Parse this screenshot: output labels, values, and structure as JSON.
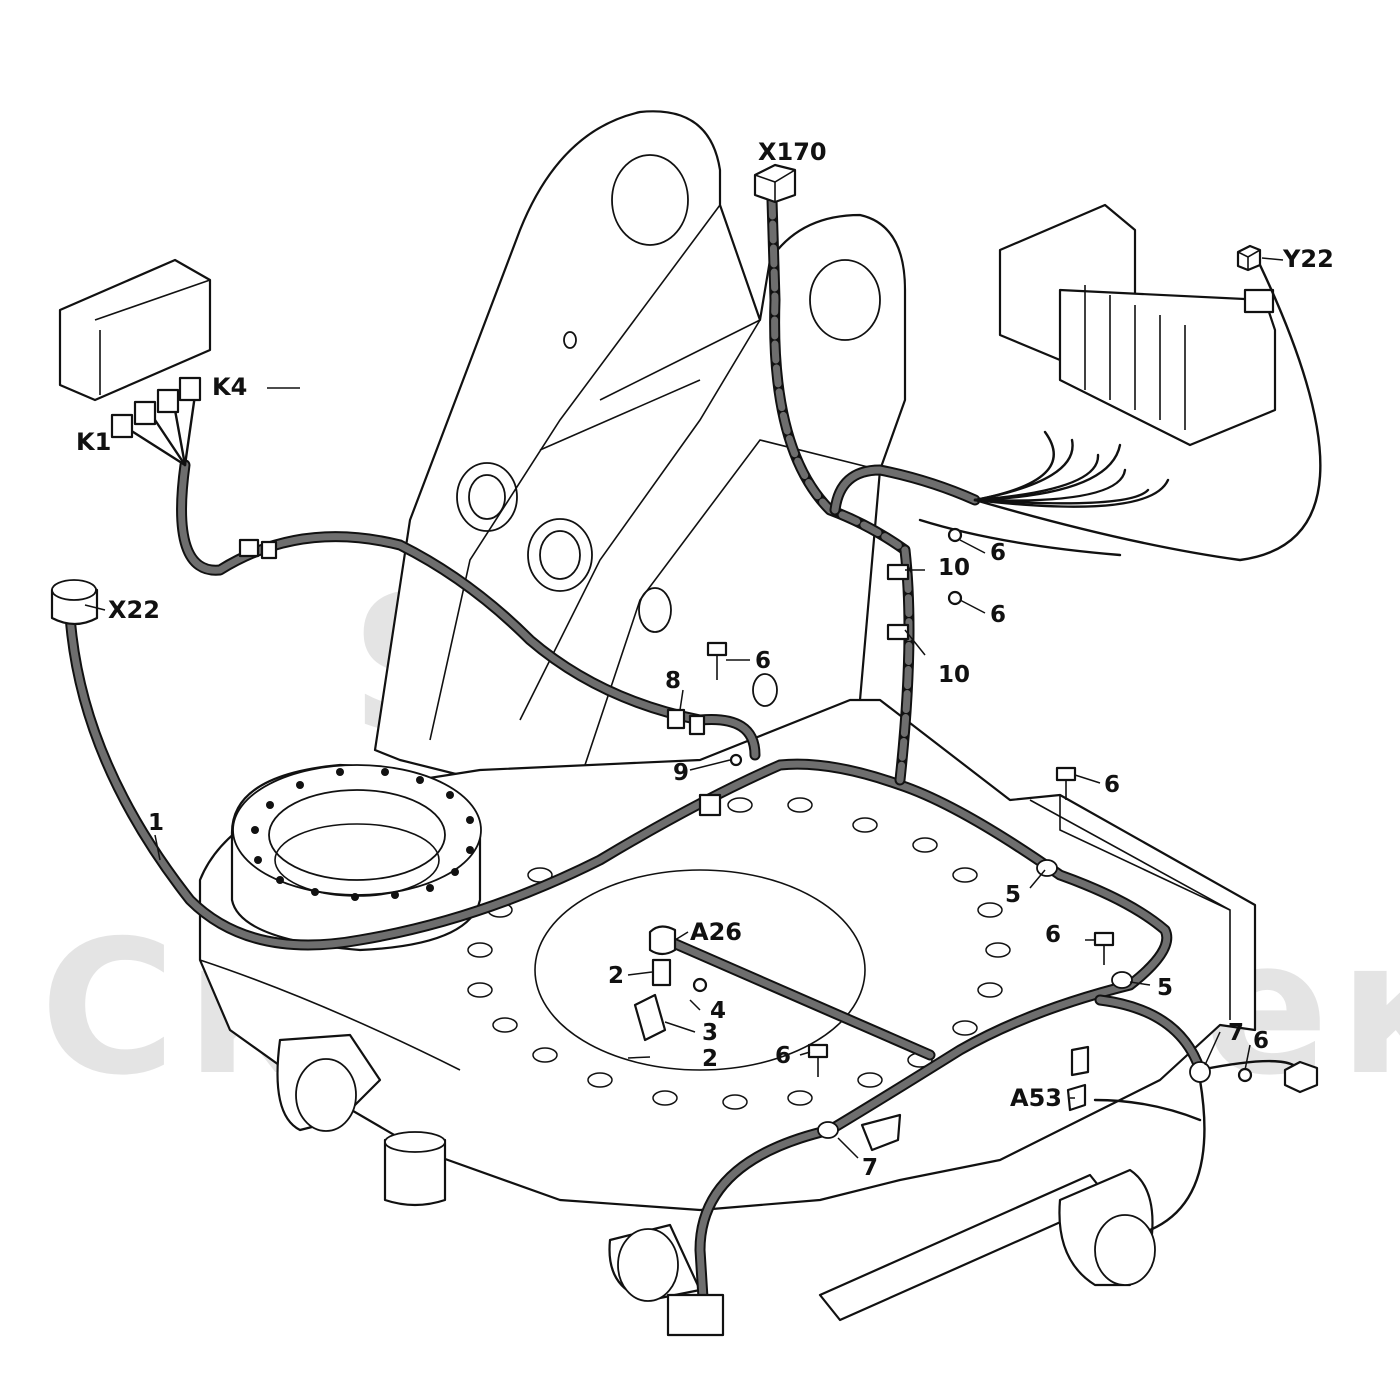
{
  "watermark": {
    "line1": "SFT",
    "line2": "СканфорТек"
  },
  "callouts": {
    "x170": "X170",
    "y22": "Y22",
    "k4": "K4",
    "k1": "K1",
    "x22": "X22",
    "a26": "A26",
    "a53": "A53",
    "p1": "1",
    "p2a": "2",
    "p2b": "2",
    "p3": "3",
    "p4": "4",
    "p5a": "5",
    "p5b": "5",
    "p6a": "6",
    "p6b": "6",
    "p6c": "6",
    "p6d": "6",
    "p6e": "6",
    "p6f": "6",
    "p6g": "6",
    "p7a": "7",
    "p7b": "7",
    "p8": "8",
    "p9": "9",
    "p10a": "10",
    "p10b": "10"
  }
}
